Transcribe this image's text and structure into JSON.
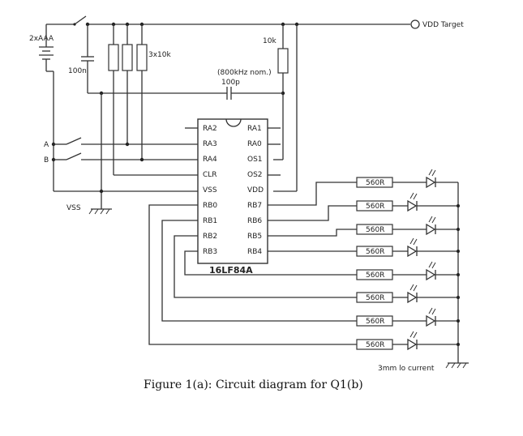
{
  "diagram": {
    "battery_label": "2xAAA",
    "cap1_label": "100n",
    "pullups_label": "3x10k",
    "r10k_label": "10k",
    "osc_label": "(800kHz nom.)",
    "cap2_label": "100p",
    "vdd_target_label": "VDD Target",
    "switch_a_label": "A",
    "switch_b_label": "B",
    "vss_label": "VSS",
    "chip_name": "16LF84A",
    "pins_left": [
      "RA2",
      "RA3",
      "RA4",
      "CLR",
      "VSS",
      "RB0",
      "RB1",
      "RB2",
      "RB3"
    ],
    "pins_right": [
      "RA1",
      "RA0",
      "OS1",
      "OS2",
      "VDD",
      "RB7",
      "RB6",
      "RB5",
      "RB4"
    ],
    "resistor_label": "560R",
    "led_note": "3mm lo current"
  },
  "caption": "Figure 1(a): Circuit diagram for Q1(b)"
}
